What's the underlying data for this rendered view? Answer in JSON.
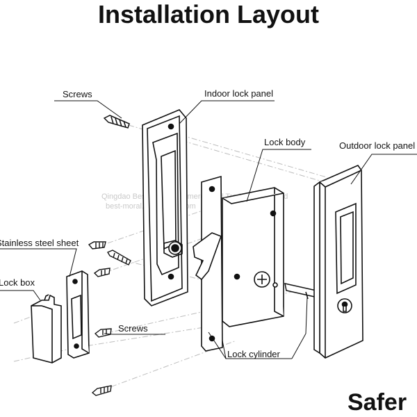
{
  "title": "Installation Layout",
  "brand": "Safer",
  "watermark": {
    "line1": "Qingdao Best Moral Commerce and Trade Co., Limited",
    "line2": "best-moral.en.alibaba.com"
  },
  "labels": {
    "screws_top": "Screws",
    "indoor_lock_panel": "Indoor lock panel",
    "lock_body": "Lock body",
    "outdoor_lock_panel": "Outdoor lock panel",
    "stainless_steel_sheet": "Stainless steel sheet",
    "lock_box": "Lock box",
    "screws_bottom": "Screws",
    "lock_cylinder": "Lock cylinder"
  }
}
